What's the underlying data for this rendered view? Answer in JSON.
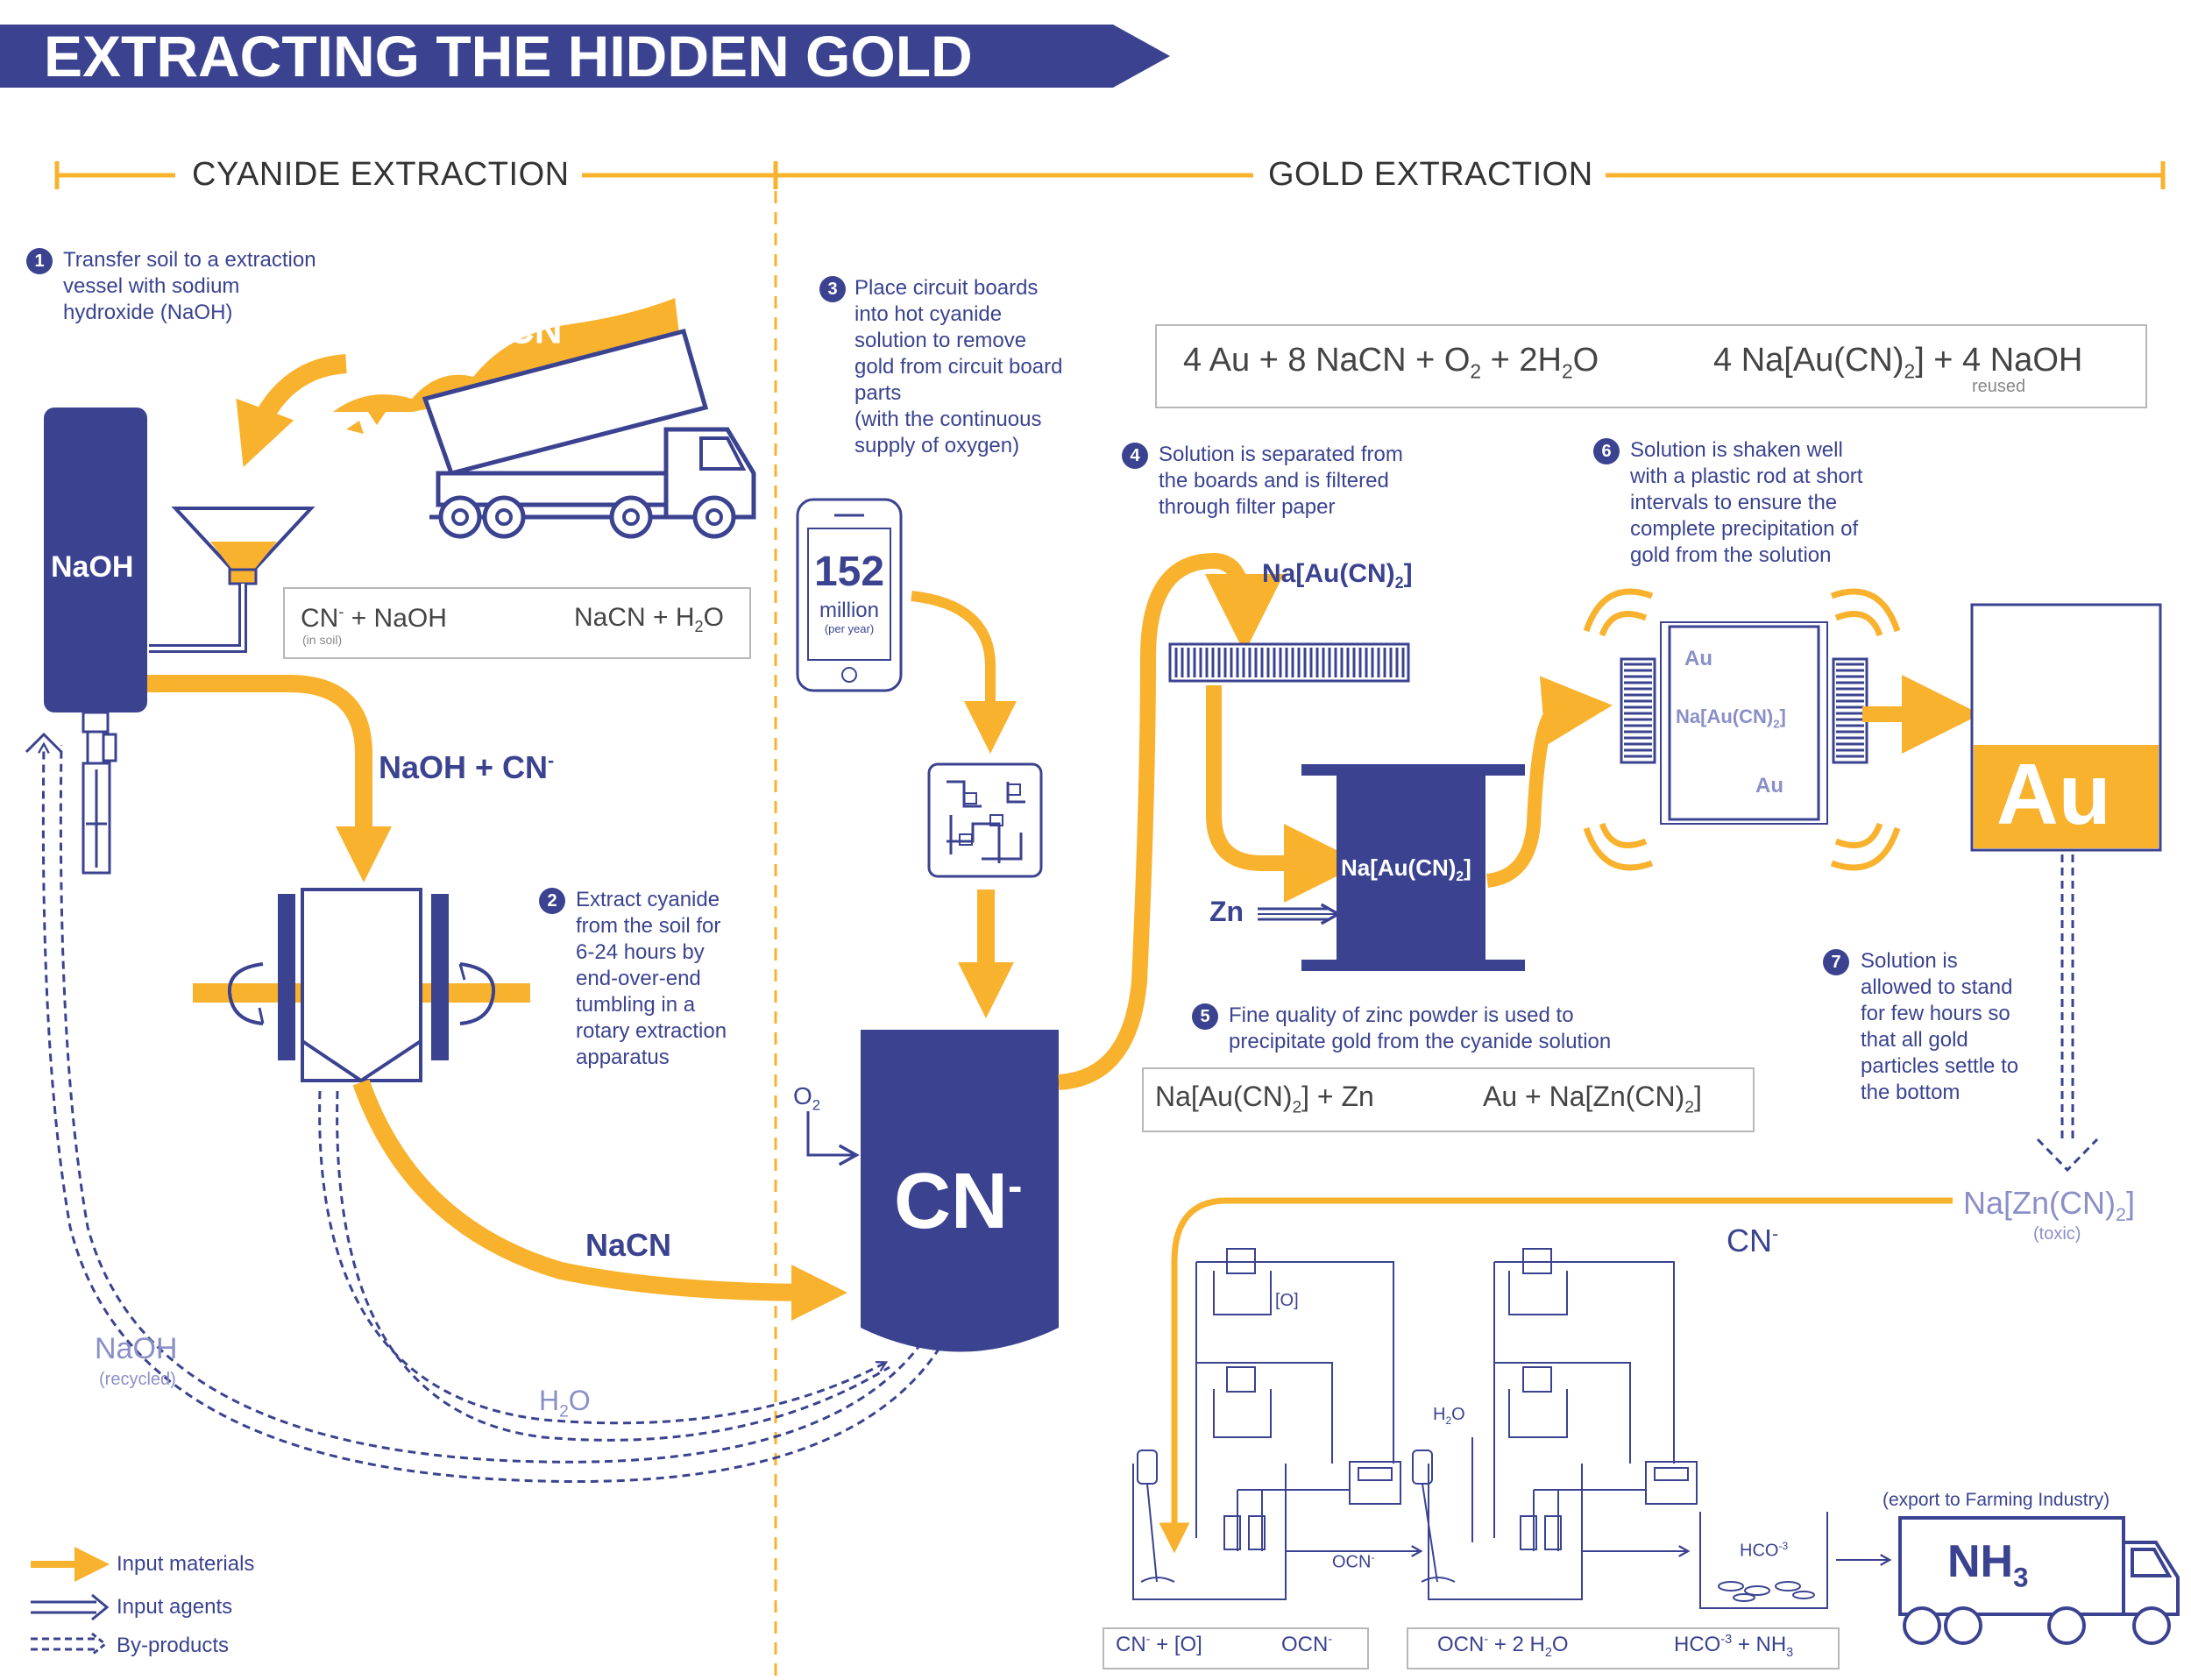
{
  "title": "EXTRACTING THE HIDDEN GOLD",
  "sections": {
    "cyanide": "CYANIDE EXTRACTION",
    "gold": "GOLD EXTRACTION"
  },
  "colors": {
    "navy": "#3b4390",
    "gold": "#f8b22e",
    "lavender": "#8a8fc8",
    "gray": "#b8b8b8"
  },
  "steps": [
    {
      "n": "1",
      "text": "Transfer soil to a extraction\nvessel with sodium\nhydroxide (NaOH)"
    },
    {
      "n": "2",
      "text": "Extract cyanide\nfrom the soil for\n6-24 hours by\nend-over-end\ntumbling in a\nrotary extraction\napparatus"
    },
    {
      "n": "3",
      "text": "Place circuit boards\ninto hot cyanide\nsolution to remove\ngold from circuit board\nparts\n(with the continuous\nsupply of oxygen)"
    },
    {
      "n": "4",
      "text": "Solution is separated from\nthe boards and is filtered\nthrough filter paper"
    },
    {
      "n": "5",
      "text": "Fine quality of zinc powder is used to\nprecipitate gold from the cyanide solution"
    },
    {
      "n": "6",
      "text": "Solution is shaken well\nwith a plastic rod at short\nintervals to ensure the\ncomplete precipitation of\ngold from the solution"
    },
    {
      "n": "7",
      "text": "Solution is\nallowed to stand\nfor few hours so\nthat all gold\nparticles settle to\nthe bottom"
    }
  ],
  "labels": {
    "truck_cn": "CN",
    "naoh_tank": "NaOH",
    "naoh_cn": "NaOH + CN",
    "nacn": "NaCN",
    "cn_tank": "CN",
    "o2": "O",
    "phone_number": "152",
    "phone_unit": "million",
    "phone_sub": "(per year)",
    "na_au_cn2": "Na[Au(CN)",
    "zn": "Zn",
    "au_small_1": "Au",
    "au_small_2": "Au",
    "au_big": "Au",
    "na_zn_cn2": "Na[Zn(CN)",
    "toxic": "(toxic)",
    "cn_right": "CN",
    "naoh_recycled": "NaOH",
    "recycled": "(recycled)",
    "h2o": "H",
    "o_label": "[O]",
    "h2o_small": "H",
    "ocn": "OCN",
    "hco3": "HCO",
    "export": "(export to Farming Industry)",
    "nh3": "NH",
    "reused": "reused"
  },
  "equations": {
    "eq1_left": "CN",
    "eq1_left2": "+ NaOH",
    "eq1_insoil": "(in soil)",
    "eq1_right": "NaCN + H",
    "eq_gold_left": "4 Au + 8 NaCN + O",
    "eq_gold_left2": "+ 2H",
    "eq_gold_right": "4 Na[Au(CN)",
    "eq_gold_right2": "] + 4 NaOH",
    "eq_zn_left": "Na[Au(CN)",
    "eq_zn_left2": "] + Zn",
    "eq_zn_right": "Au + Na[Zn(CN)",
    "eq_zn_right2": "]",
    "eq_ocn_left": "CN",
    "eq_ocn_left2": "+ [O]",
    "eq_ocn_right": "OCN",
    "eq_hco_left": "OCN",
    "eq_hco_left2": "+ 2 H",
    "eq_hco_right": "HCO",
    "eq_hco_right2": "+ NH"
  },
  "legend": [
    {
      "type": "input-materials",
      "label": "Input materials"
    },
    {
      "type": "input-agents",
      "label": "Input agents"
    },
    {
      "type": "by-products",
      "label": "By-products"
    }
  ]
}
